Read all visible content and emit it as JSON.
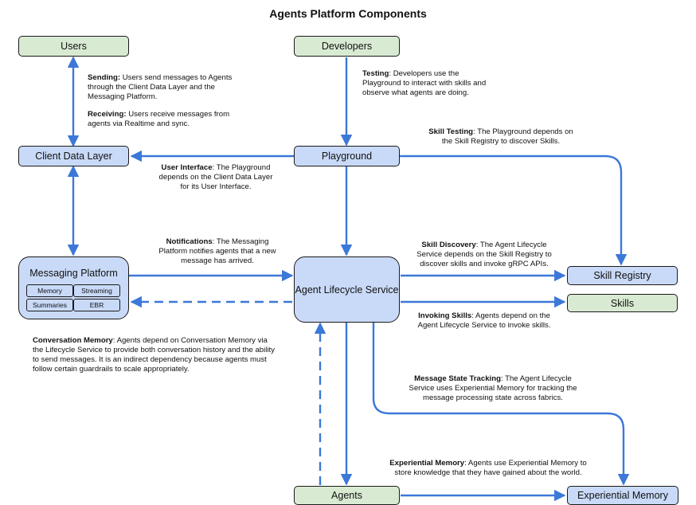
{
  "title": "Agents Platform Components",
  "colors": {
    "edge": "#3c78d8",
    "green_fill": "#d9ead3",
    "blue_fill": "#c9daf8",
    "border": "#1a1a1a"
  },
  "nodes": {
    "users": "Users",
    "developers": "Developers",
    "client_data_layer": "Client Data Layer",
    "playground": "Playground",
    "messaging_platform": "Messaging Platform",
    "agent_lifecycle_service": "Agent Lifecycle Service",
    "skill_registry": "Skill Registry",
    "skills": "Skills",
    "agents": "Agents",
    "experiential_memory": "Experiential Memory"
  },
  "messaging_components": {
    "memory": "Memory",
    "streaming": "Streaming",
    "summaries": "Summaries",
    "ebr": "EBR"
  },
  "notes": {
    "sending": {
      "label": "Sending:",
      "lines": [
        " Users send messages to Agents",
        "through the Client Data Layer and the",
        "Messaging Platform."
      ]
    },
    "receiving": {
      "label": "Receiving:",
      "lines": [
        " Users receive messages from",
        "agents via Realtime and sync."
      ]
    },
    "testing": {
      "label": "Testing",
      "lines": [
        ": Developers use the",
        "Playground to interact with skills and",
        "observe what agents are doing."
      ]
    },
    "skill_testing": {
      "label": "Skill Testing",
      "lines": [
        ": The Playground depends on",
        "the Skill Registry to discover Skills."
      ]
    },
    "user_interface": {
      "label": "User Interface",
      "lines": [
        ": The Playground",
        "depends on the Client Data Layer",
        "for its User Interface."
      ]
    },
    "notifications": {
      "label": "Notifications",
      "lines": [
        ": The Messaging",
        "Platform notifies agents that a new",
        "message has arrived."
      ]
    },
    "skill_discovery": {
      "label": "Skill Discovery",
      "lines": [
        ": The Agent Lifecycle",
        "Service depends on the Skill Registry to",
        "discover skills and invoke gRPC APIs."
      ]
    },
    "invoking_skills": {
      "label": "Invoking Skills",
      "lines": [
        ": Agents depend on the",
        "Agent Lifecycle Service to invoke skills."
      ]
    },
    "conversation_memory": {
      "label": "Conversation Memory",
      "lines": [
        ": Agents depend on Conversation Memory via",
        "the Lifecycle Service to provide both conversation history and the ability",
        "to send messages.  It is an indirect dependency because agents must",
        "follow certain guardrails to scale appropriately."
      ]
    },
    "message_state_tracking": {
      "label": "Message State Tracking",
      "lines": [
        ": The Agent Lifecycle",
        "Service uses Experiential Memory for tracking the",
        "message processing state across fabrics."
      ]
    },
    "experiential_memory": {
      "label": "Experiential Memory",
      "lines": [
        ": Agents use Experiential Memory to",
        "store knowledge that they have gained about the world."
      ]
    }
  }
}
